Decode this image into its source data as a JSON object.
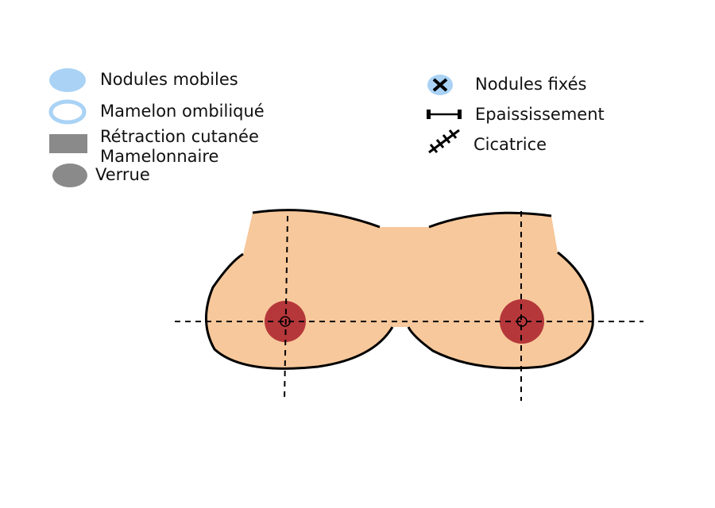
{
  "legend": {
    "left": [
      {
        "id": "nodules-mobiles",
        "label": "Nodules mobiles",
        "icon": "filled-light-blue-circle"
      },
      {
        "id": "mamelon-ombilique",
        "label": "Mamelon ombiliqué",
        "icon": "light-blue-ring"
      },
      {
        "id": "retraction",
        "label": "Rétraction cutanée",
        "icon": "gray-rectangle"
      },
      {
        "id": "mamelonnaire",
        "label": "Mamelonnaire",
        "icon": ""
      },
      {
        "id": "verrue",
        "label": "Verrue",
        "icon": "gray-filled-circle"
      }
    ],
    "right": [
      {
        "id": "nodules-fixes",
        "label": "Nodules fixés",
        "icon": "x-on-blue-circle"
      },
      {
        "id": "epaississement",
        "label": "Epaississement",
        "icon": "dumbbell-line"
      },
      {
        "id": "cicatrice",
        "label": "Cicatrice",
        "icon": "stitched-line"
      }
    ]
  },
  "colors": {
    "skin": "#f7c89b",
    "areola": "#b5373a",
    "outline": "#000000",
    "legend_blue": "#a9d2f5",
    "legend_gray": "#8a8a8a"
  }
}
